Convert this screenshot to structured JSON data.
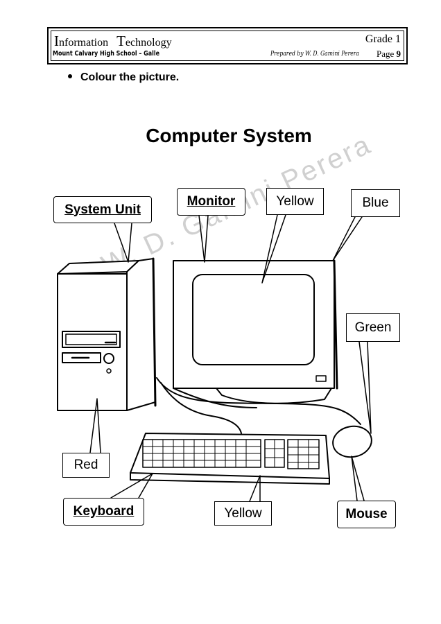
{
  "header": {
    "subject_first": "I",
    "subject_rest1": "nformation",
    "subject_second": "T",
    "subject_rest2": "echnology",
    "grade": "Grade 1",
    "school": "Mount Calvary High School – Galle",
    "prepared_by": "Prepared by W. D. Gamini Perera",
    "page_label": "Page",
    "page_number": "9"
  },
  "instruction": "Colour the picture.",
  "title": "Computer System",
  "watermark": "W. D. Gamini Perera",
  "labels": {
    "system_unit": "System Unit",
    "monitor": "Monitor",
    "screen_color": "Yellow",
    "monitor_color": "Blue",
    "mouse_color": "Green",
    "system_unit_color": "Red",
    "keyboard": "Keyboard",
    "keyboard_color": "Yellow",
    "mouse": "Mouse"
  }
}
